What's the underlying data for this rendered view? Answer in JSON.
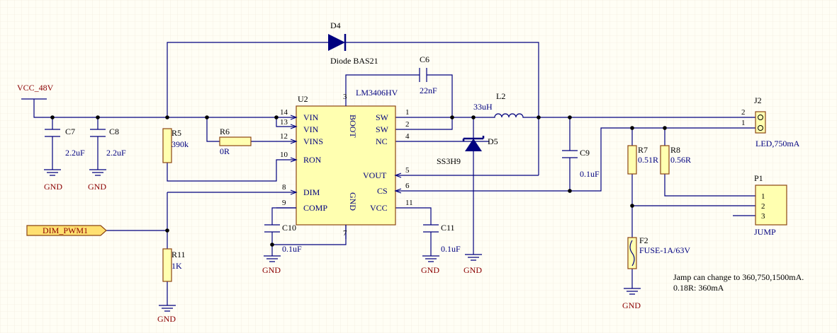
{
  "nets": {
    "vcc": "VCC_48V",
    "gnd": "GND",
    "dim": "DIM_PWM1"
  },
  "u2": {
    "designator": "U2",
    "part": "LM3406HV",
    "left_pins": [
      {
        "num": "14",
        "name": "VIN"
      },
      {
        "num": "13",
        "name": "VIN"
      },
      {
        "num": "12",
        "name": "VINS"
      },
      {
        "num": "10",
        "name": "RON"
      },
      {
        "num": "8",
        "name": "DIM"
      },
      {
        "num": "9",
        "name": "COMP"
      }
    ],
    "right_pins": [
      {
        "num": "1",
        "name": "SW"
      },
      {
        "num": "2",
        "name": "SW"
      },
      {
        "num": "4",
        "name": "NC"
      },
      {
        "num": "5",
        "name": "VOUT"
      },
      {
        "num": "6",
        "name": "CS"
      },
      {
        "num": "11",
        "name": "VCC"
      }
    ],
    "top_pin": {
      "num": "3",
      "name": "BOOT"
    },
    "bottom_pin": {
      "num": "7",
      "name": "GND"
    }
  },
  "components": {
    "d4": {
      "ref": "D4",
      "value": "Diode BAS21"
    },
    "c6": {
      "ref": "C6",
      "value": "22nF"
    },
    "l2": {
      "ref": "L2",
      "value": "33uH"
    },
    "d5": {
      "ref": "D5",
      "value": "SS3H9"
    },
    "c7": {
      "ref": "C7",
      "value": "2.2uF"
    },
    "c8": {
      "ref": "C8",
      "value": "2.2uF"
    },
    "r5": {
      "ref": "R5",
      "value": "390k"
    },
    "r6": {
      "ref": "R6",
      "value": "0R"
    },
    "c9": {
      "ref": "C9",
      "value": "0.1uF"
    },
    "r7": {
      "ref": "R7",
      "value": "0.51R"
    },
    "r8": {
      "ref": "R8",
      "value": "0.56R"
    },
    "c10": {
      "ref": "C10",
      "value": "0.1uF"
    },
    "c11": {
      "ref": "C11",
      "value": "0.1uF"
    },
    "r11": {
      "ref": "R11",
      "value": "1K"
    },
    "f2": {
      "ref": "F2",
      "value": "FUSE-1A/63V"
    },
    "j2": {
      "ref": "J2",
      "value": "LED,750mA",
      "pins": [
        "2",
        "1"
      ]
    },
    "p1": {
      "ref": "P1",
      "value": "JUMP",
      "pins": [
        "1",
        "2",
        "3"
      ]
    }
  },
  "notes": {
    "line1": "Jamp can change to 360,750,1500mA.",
    "line2": "0.18R: 360mA"
  },
  "colors": {
    "wire": "#00007f",
    "power_label": "#8b0000",
    "component_body": "#ffffb0",
    "background": "#fffef5"
  }
}
